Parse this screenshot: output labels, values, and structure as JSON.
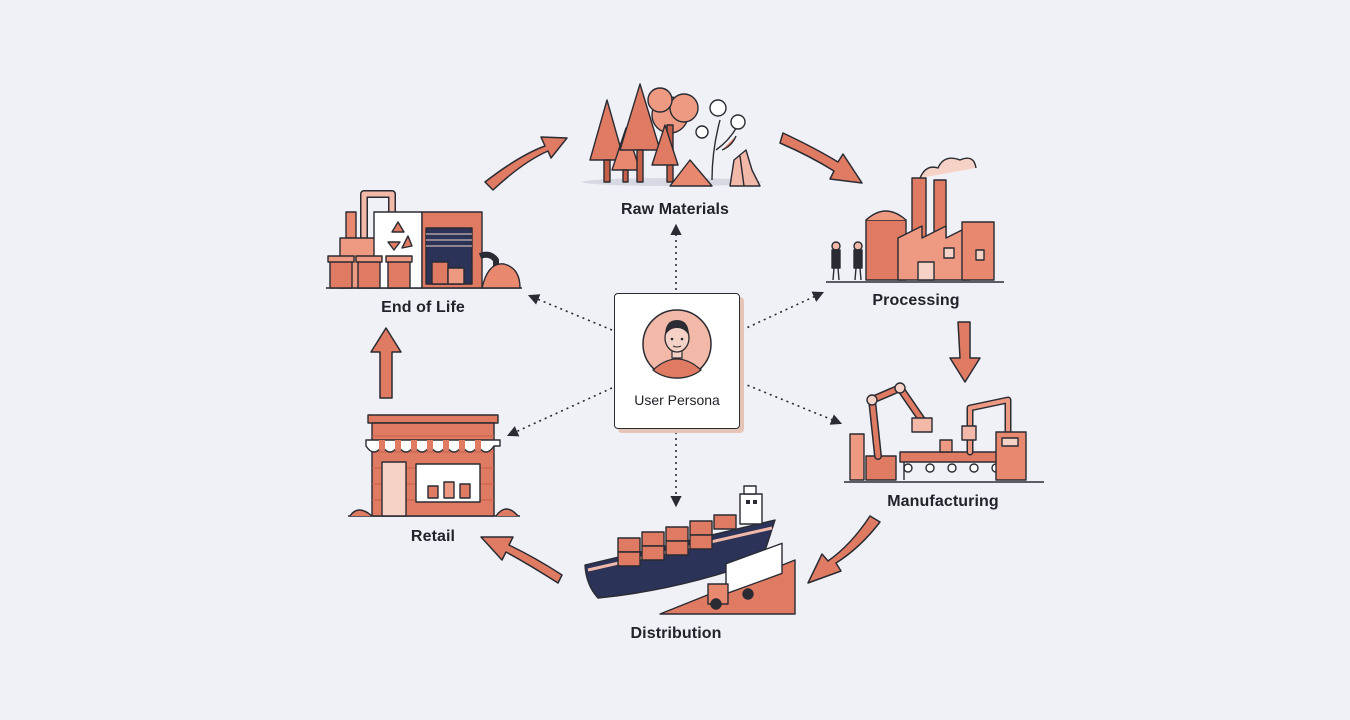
{
  "center": {
    "label": "User Persona"
  },
  "stages": [
    {
      "id": "raw-materials",
      "label": "Raw Materials"
    },
    {
      "id": "processing",
      "label": "Processing"
    },
    {
      "id": "manufacturing",
      "label": "Manufacturing"
    },
    {
      "id": "distribution",
      "label": "Distribution"
    },
    {
      "id": "retail",
      "label": "Retail"
    },
    {
      "id": "end-of-life",
      "label": "End of Life"
    }
  ],
  "colors": {
    "background": "#f0f1f6",
    "accent": "#e07b63",
    "accent_light": "#f2b9a8",
    "line": "#2a2b33",
    "hull": "#2c3358"
  },
  "icons": {
    "raw-materials": "forest-cotton-crystal-icon",
    "processing": "factory-icon",
    "manufacturing": "robot-arm-assembly-icon",
    "distribution": "cargo-ship-truck-icon",
    "retail": "storefront-icon",
    "end-of-life": "recycling-facility-icon",
    "center": "person-avatar-icon"
  }
}
